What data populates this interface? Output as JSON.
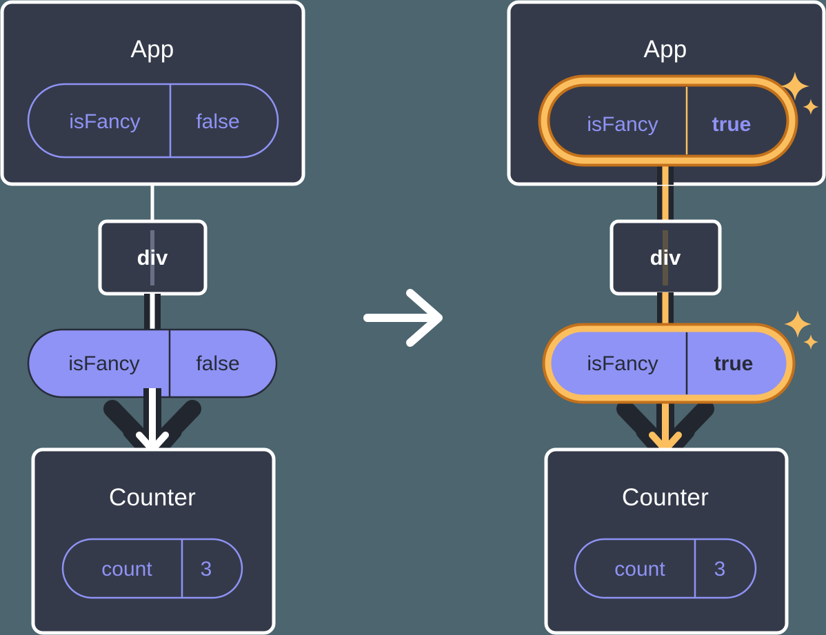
{
  "diagram": {
    "type": "react-state-propagation",
    "title": "App state isFancy propagates to Counter",
    "transition_arrow": "→",
    "colors": {
      "background": "#4c656f",
      "box_fill": "#343a4a",
      "box_border": "#ffffff",
      "pill_outline_stroke": "#8f93f5",
      "pill_solid_fill": "#8f93f5",
      "pill_solid_text": "#262b38",
      "highlight_outer": "#c4711b",
      "highlight_inner": "#fbbf60",
      "sparkle": "#fbbf60",
      "wire_dark": "#22262f",
      "wire_white": "#ffffff",
      "wire_amber": "#fbbf60",
      "wire_muted": "#6b6f85"
    },
    "panels": [
      {
        "id": "before",
        "highlighted": false,
        "app": {
          "title": "App",
          "prop": {
            "key": "isFancy",
            "value": "false",
            "bold_value": false,
            "highlighted": false,
            "style": "outline"
          }
        },
        "div": {
          "label": "div"
        },
        "prop_pill": {
          "key": "isFancy",
          "value": "false",
          "bold_value": false,
          "highlighted": false,
          "style": "solid"
        },
        "counter": {
          "title": "Counter",
          "state": {
            "key": "count",
            "value": "3",
            "bold_value": false,
            "highlighted": false,
            "style": "outline"
          }
        }
      },
      {
        "id": "after",
        "highlighted": true,
        "app": {
          "title": "App",
          "prop": {
            "key": "isFancy",
            "value": "true",
            "bold_value": true,
            "highlighted": true,
            "style": "outline"
          }
        },
        "div": {
          "label": "div"
        },
        "prop_pill": {
          "key": "isFancy",
          "value": "true",
          "bold_value": true,
          "highlighted": true,
          "style": "solid"
        },
        "counter": {
          "title": "Counter",
          "state": {
            "key": "count",
            "value": "3",
            "bold_value": false,
            "highlighted": false,
            "style": "outline"
          }
        }
      }
    ],
    "icons": {
      "sparkle_large": "sparkle-icon",
      "sparkle_small": "sparkle-small-icon",
      "transition": "arrow-right-icon",
      "flow": "arrow-down-icon"
    }
  }
}
